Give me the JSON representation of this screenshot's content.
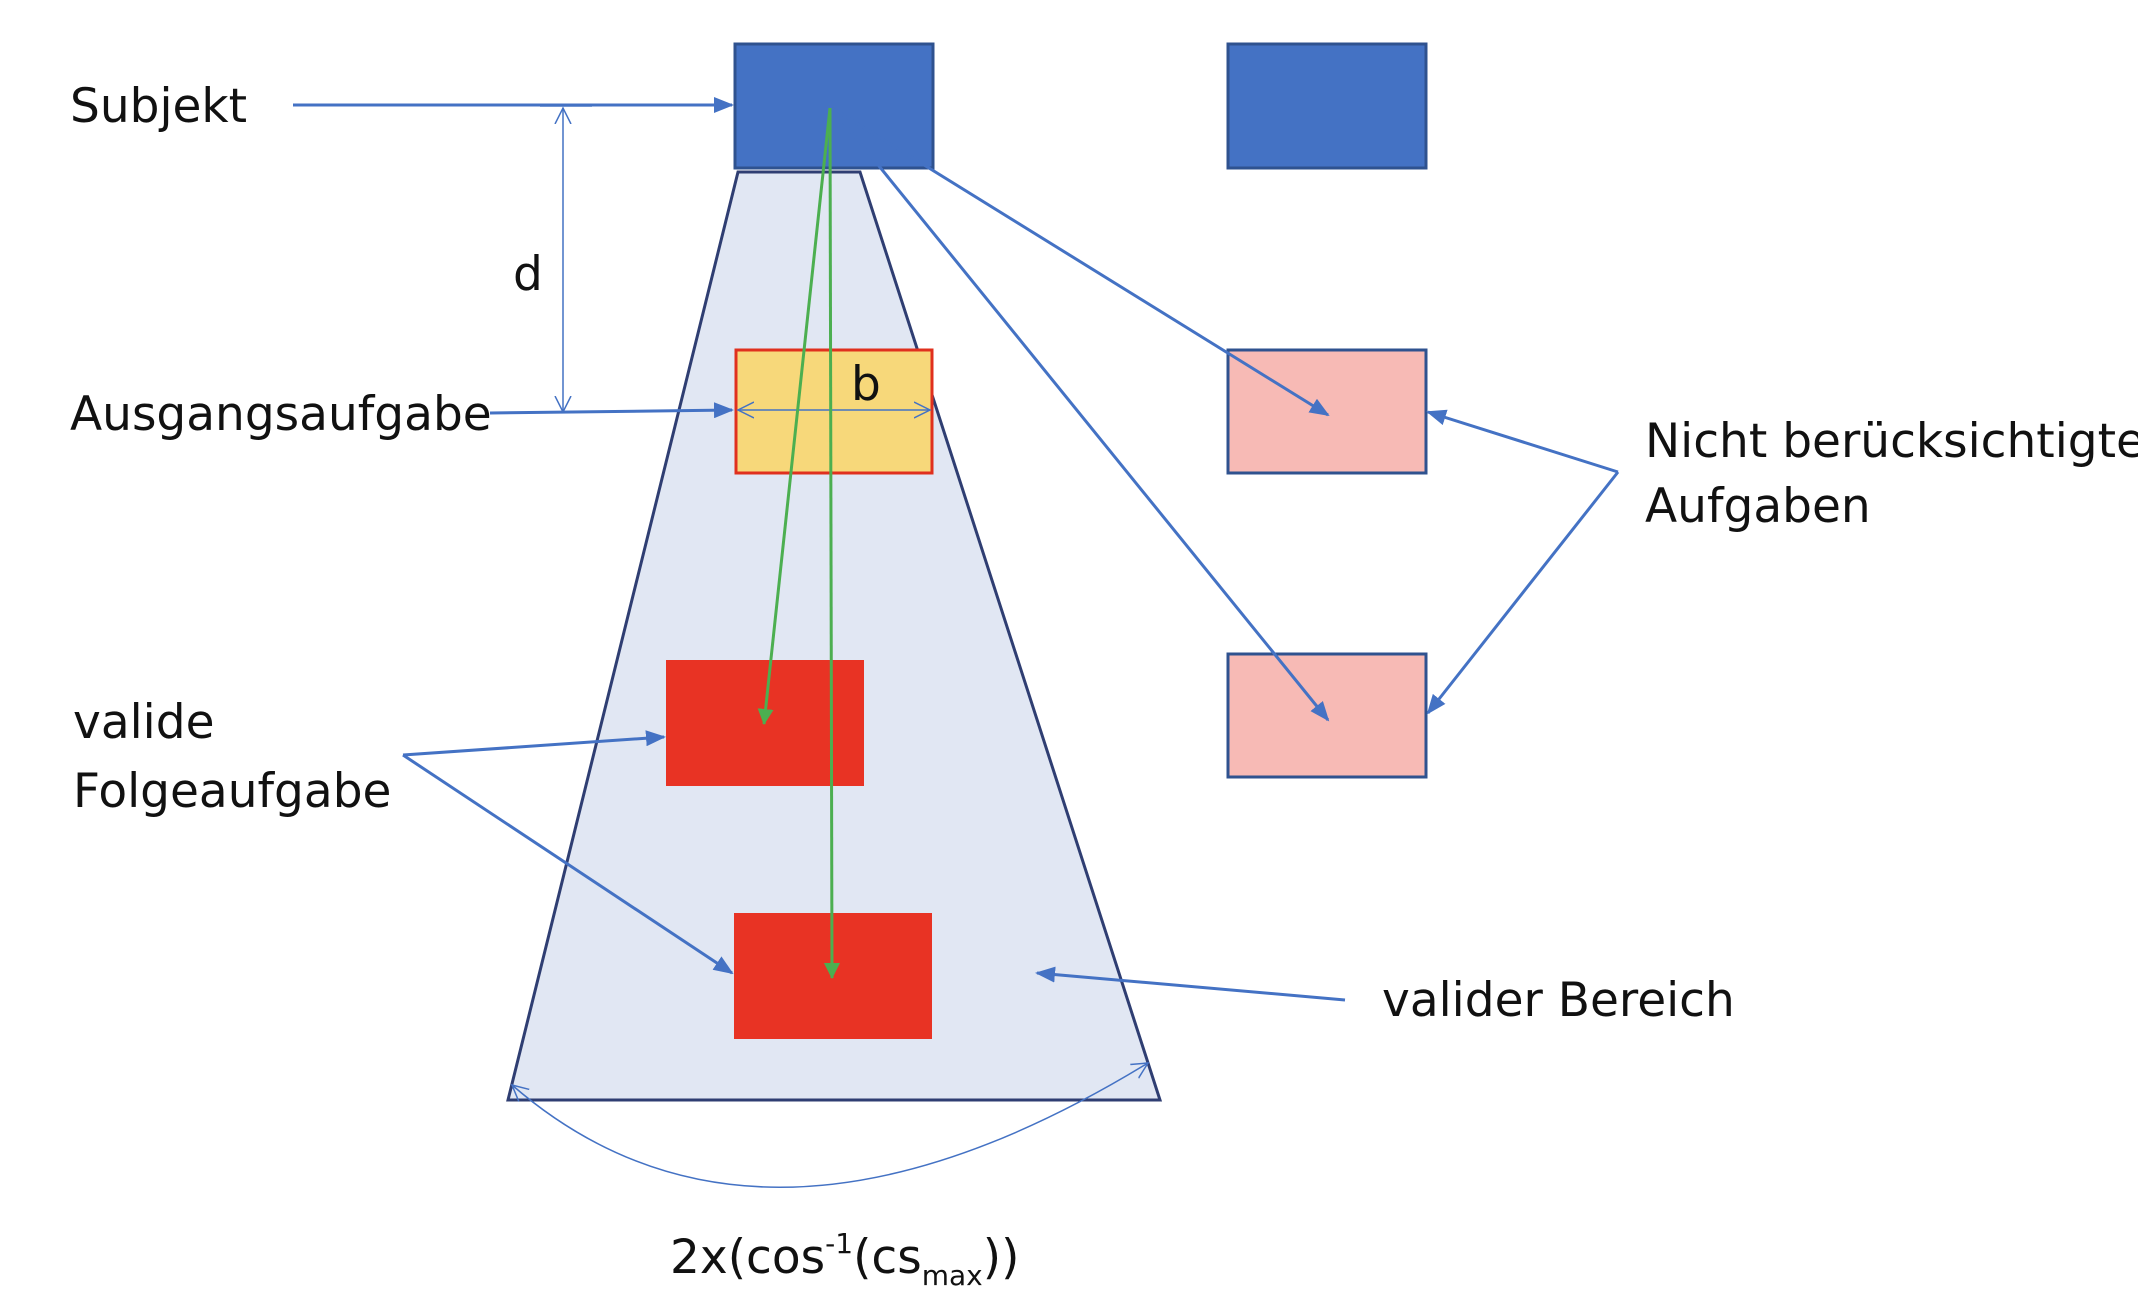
{
  "labels": {
    "subject": "Subjekt",
    "distance": "d",
    "width": "b",
    "initial_task": "Ausgangsaufgabe",
    "valid_followup_line1": "valide",
    "valid_followup_line2": "Folgeaufgabe",
    "ignored_tasks_line1": "Nicht berücksichtigte",
    "ignored_tasks_line2": "Aufgaben",
    "valid_region": "valider Bereich",
    "angle_prefix": "2x(cos",
    "angle_exponent": "-1",
    "angle_middle": "(cs",
    "angle_subscript": "max",
    "angle_suffix": "))"
  },
  "colors": {
    "arrow_blue": "#4472C4",
    "subject_fill": "#4472C4",
    "subject_stroke": "#2F528F",
    "valid_region_fill": "#E1E7F3",
    "valid_region_stroke": "#2F3E72",
    "initial_task_fill": "#F7D87A",
    "initial_task_stroke": "#E0301E",
    "valid_task_fill": "#E83324",
    "ignored_task_fill": "#F7BAB5",
    "ignored_task_stroke": "#2F528F",
    "similarity_arrow": "#4CAF50"
  }
}
